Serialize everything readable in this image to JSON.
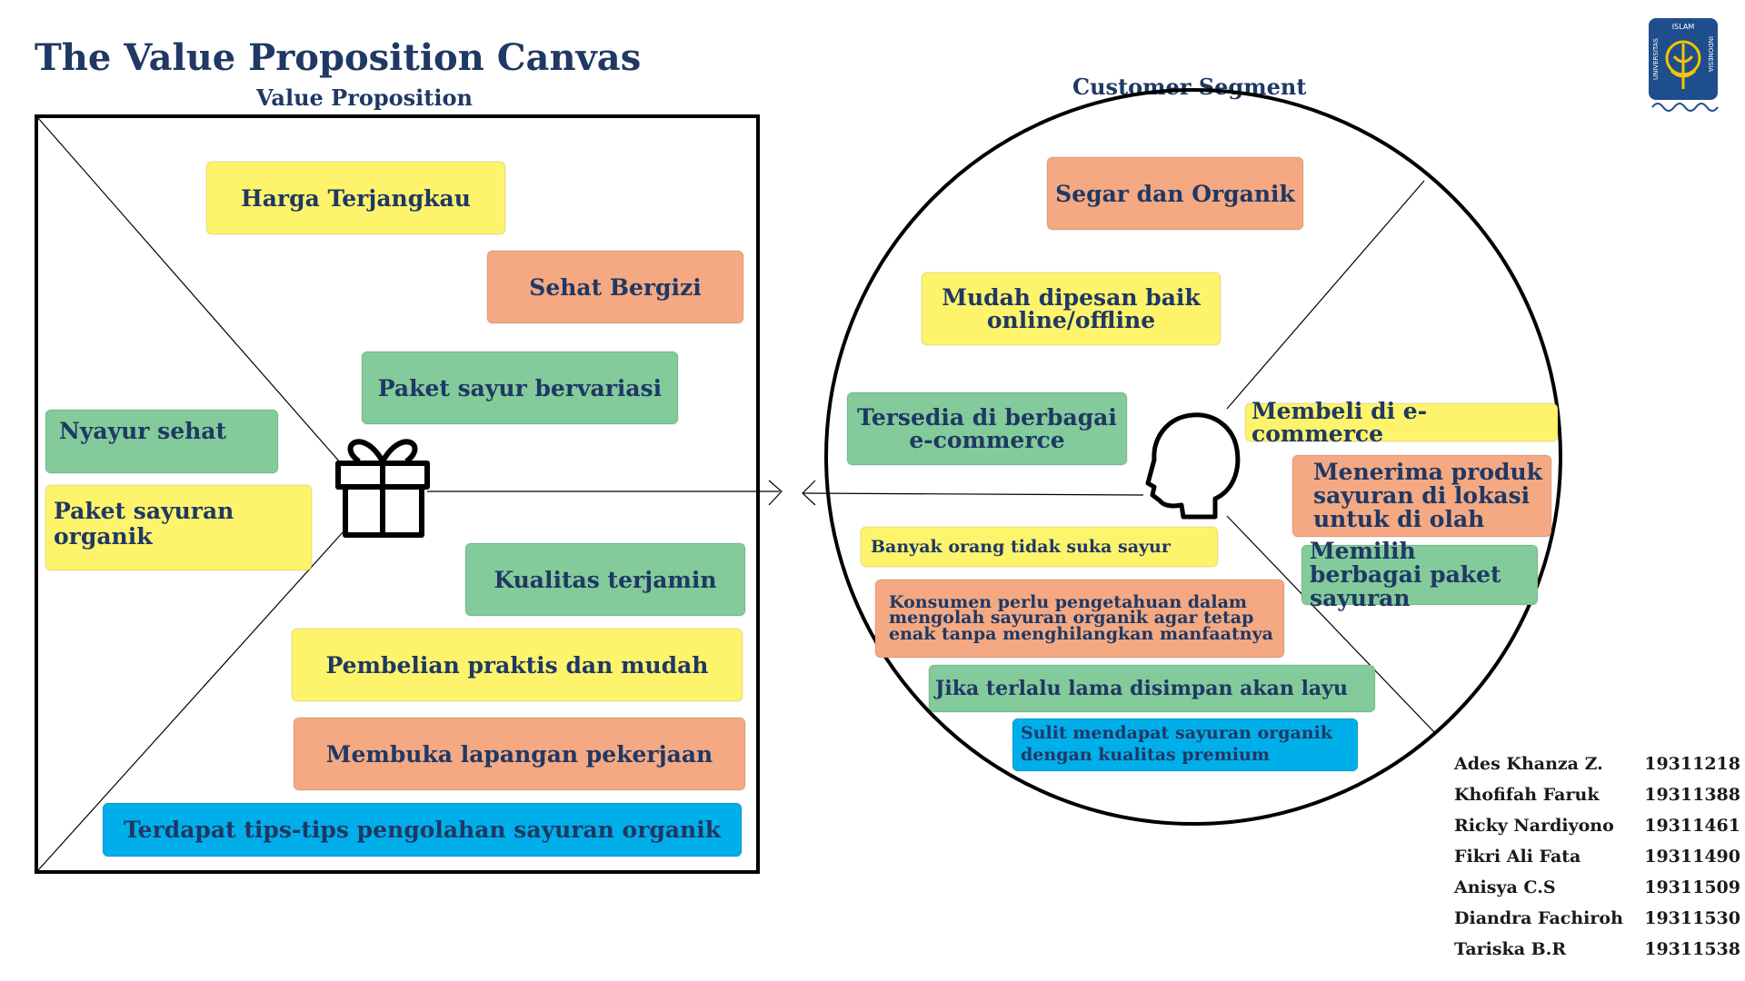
{
  "header": {
    "title": "The Value Proposition Canvas",
    "value_proposition_label": "Value Proposition",
    "customer_segment_label": "Customer Segment"
  },
  "value_proposition": {
    "icon": "gift-icon",
    "notes": [
      {
        "text": "Harga Terjangkau",
        "color": "#fef46c"
      },
      {
        "text": "Sehat Bergizi",
        "color": "#f4a982"
      },
      {
        "text": "Paket sayur bervariasi",
        "color": "#83cb9a"
      },
      {
        "text": "Nyayur sehat",
        "color": "#83cb9a"
      },
      {
        "text": "Paket sayuran organik",
        "color": "#fef46c"
      },
      {
        "text": "Kualitas terjamin",
        "color": "#83cb9a"
      },
      {
        "text": "Pembelian praktis dan mudah",
        "color": "#fef46c"
      },
      {
        "text": "Membuka lapangan pekerjaan",
        "color": "#f4a982"
      },
      {
        "text": "Terdapat tips-tips pengolahan sayuran organik",
        "color": "#00aeea"
      }
    ]
  },
  "customer_segment": {
    "icon": "customer-head-icon",
    "notes": [
      {
        "text": "Segar dan Organik",
        "color": "#f4a982"
      },
      {
        "text": "Mudah dipesan baik online/offline",
        "color": "#fef46c"
      },
      {
        "text": "Tersedia di berbagai e-commerce",
        "color": "#83cb9a"
      },
      {
        "text": "Membeli di e-commerce",
        "color": "#fef46c"
      },
      {
        "text": "Menerima produk sayuran di lokasi untuk di olah",
        "color": "#f4a982"
      },
      {
        "text": "Memilih berbagai paket sayuran",
        "color": "#83cb9a"
      },
      {
        "text": "Banyak orang tidak suka sayur",
        "color": "#fef46c"
      },
      {
        "text": "Konsumen perlu pengetahuan dalam mengolah sayuran organik agar tetap enak tanpa menghilangkan manfaatnya",
        "color": "#f4a982"
      },
      {
        "text": "Jika terlalu lama disimpan akan layu",
        "color": "#83cb9a"
      },
      {
        "text": "Sulit mendapat sayuran organik dengan kualitas premium",
        "color": "#00aeea"
      }
    ]
  },
  "logo": {
    "name": "universitas-islam-indonesia-logo",
    "text_top": "ISLAM",
    "text_left": "UNIVERSITAS",
    "text_right": "INDONESIA",
    "color": "#1f4e8c",
    "accent": "#f5c400"
  },
  "team": [
    {
      "name": "Ades Khanza Z.",
      "id": "19311218"
    },
    {
      "name": "Khofifah Faruk",
      "id": "19311388"
    },
    {
      "name": "Ricky Nardiyono",
      "id": "19311461"
    },
    {
      "name": "Fikri Ali Fata",
      "id": "19311490"
    },
    {
      "name": "Anisya C.S",
      "id": "19311509"
    },
    {
      "name": "Diandra Fachiroh",
      "id": "19311530"
    },
    {
      "name": "Tariska B.R",
      "id": "19311538"
    }
  ]
}
